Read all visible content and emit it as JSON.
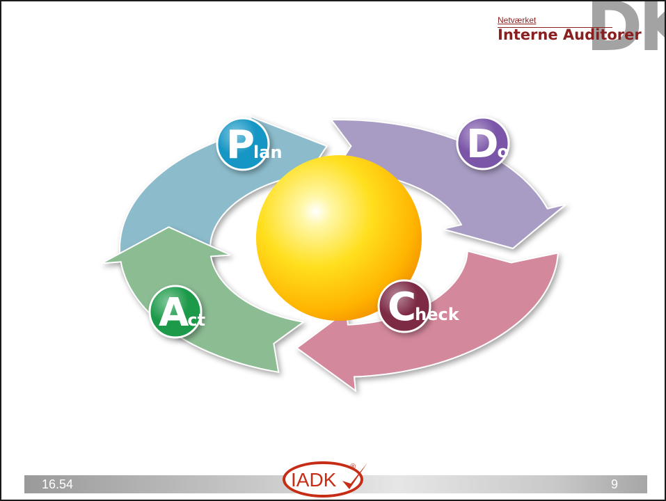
{
  "logo": {
    "top_line": "Netværket",
    "main": "Interne Auditorer",
    "mark": "DK"
  },
  "cycle": [
    {
      "letter": "P",
      "rest": "lan",
      "color": "#8cbccc",
      "badge": "#1596c4"
    },
    {
      "letter": "D",
      "rest": "o",
      "color": "#a99cc4",
      "badge": "#7a54a8"
    },
    {
      "letter": "C",
      "rest": "heck",
      "color": "#d4889c",
      "badge": "#7d2b44"
    },
    {
      "letter": "A",
      "rest": "ct",
      "color": "#8bbc92",
      "badge": "#1d9a48"
    }
  ],
  "footer": {
    "date": "16.54",
    "page": "9",
    "logo_text": "IADK",
    "registered": "®"
  }
}
